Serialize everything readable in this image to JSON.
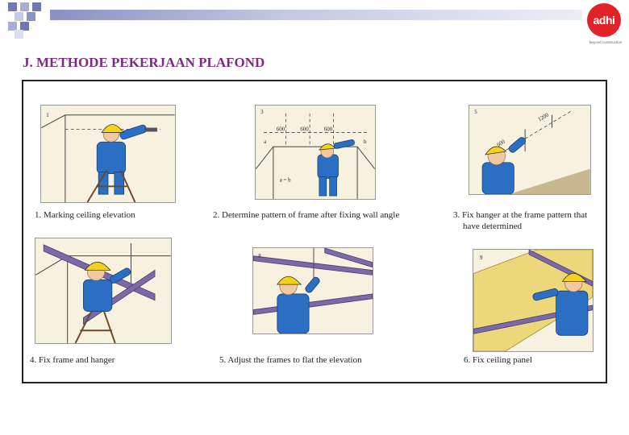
{
  "header": {
    "logo_text": "adhi",
    "logo_tagline": "beyond construction"
  },
  "title": "J.  METHODE PEKERJAAN PLAFOND",
  "steps": [
    {
      "caption": "1. Marking ceiling elevation",
      "panel_number": "1"
    },
    {
      "caption": "2. Determine pattern of frame after fixing wall angle",
      "panel_number": "3",
      "labels": [
        "600",
        "600",
        "600",
        "a",
        "b",
        "a = b"
      ]
    },
    {
      "caption_line1": "3. Fix hanger at the frame pattern that",
      "caption_line2": "have determined",
      "panel_number": "5",
      "labels": [
        "1200",
        "600"
      ]
    },
    {
      "caption": "4. Fix frame and hanger",
      "panel_number": ""
    },
    {
      "caption": "5. Adjust the frames to flat the elevation",
      "panel_number": "8"
    },
    {
      "caption": "6. Fix ceiling panel",
      "panel_number": "9"
    }
  ],
  "colors": {
    "title": "#7b2b82",
    "logo": "#e2212b",
    "hat": "#f2d21a",
    "suit": "#2b6fc4"
  }
}
